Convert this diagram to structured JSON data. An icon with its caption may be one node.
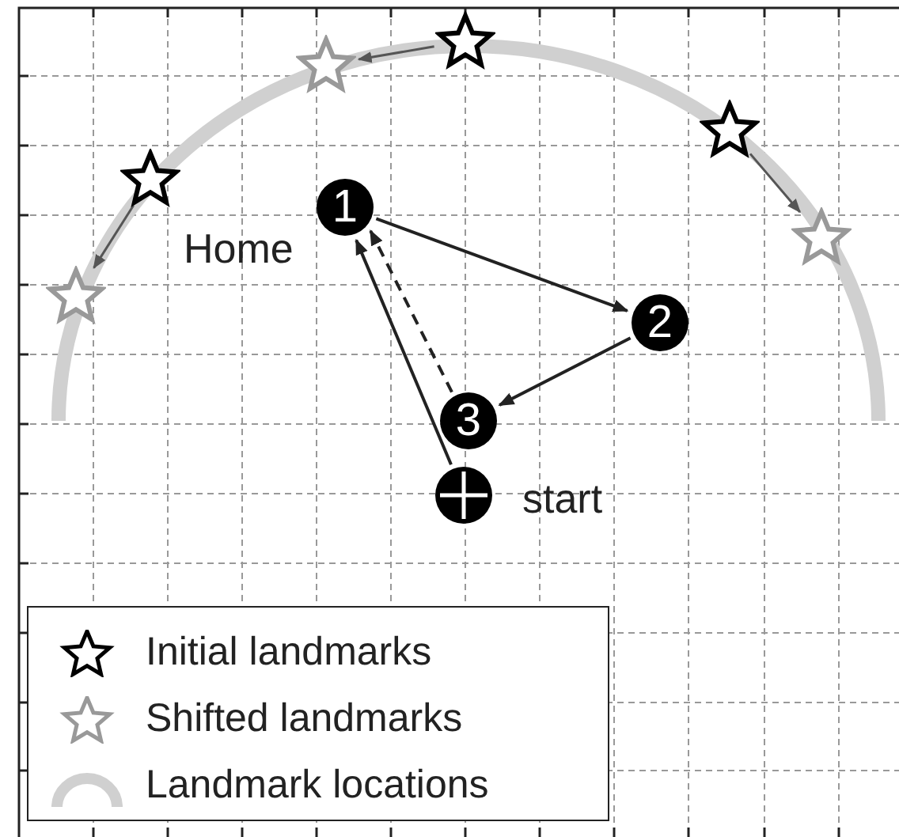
{
  "diagram": {
    "nodes": [
      {
        "text": [],
        "shape": "star"
      },
      {
        "text": [],
        "shape": "star"
      },
      {
        "text": [],
        "shape": "star"
      },
      {
        "text": [],
        "shape": "star"
      },
      {
        "text": [],
        "shape": "star"
      },
      {
        "text": [],
        "shape": "star"
      },
      {
        "text": [
          "1"
        ],
        "beside": [
          "Home"
        ]
      },
      {
        "text": [
          "2"
        ]
      },
      {
        "text": [
          "3"
        ]
      },
      {
        "text": [],
        "shape": "circle",
        "beside": [
          "start"
        ]
      }
    ],
    "edges": [
      {
        "from": 1,
        "to": 0,
        "arrow": "to",
        "color": "#555555"
      },
      {
        "from": 3,
        "to": 2,
        "arrow": "to",
        "color": "#555555"
      },
      {
        "from": 4,
        "to": 5,
        "arrow": "to",
        "color": "#555555"
      },
      {
        "from": 6,
        "to": 7,
        "arrow": "to"
      },
      {
        "from": 7,
        "to": 8,
        "arrow": "to"
      },
      {
        "from": 8,
        "to": 6,
        "arrow": "to",
        "style": "dashed"
      },
      {
        "from": 9,
        "to": 6,
        "arrow": "to"
      }
    ],
    "legend": [
      {
        "text": "Initial landmarks"
      },
      {
        "text": "Shifted landmarks"
      },
      {
        "text": "Landmark locations"
      }
    ]
  }
}
